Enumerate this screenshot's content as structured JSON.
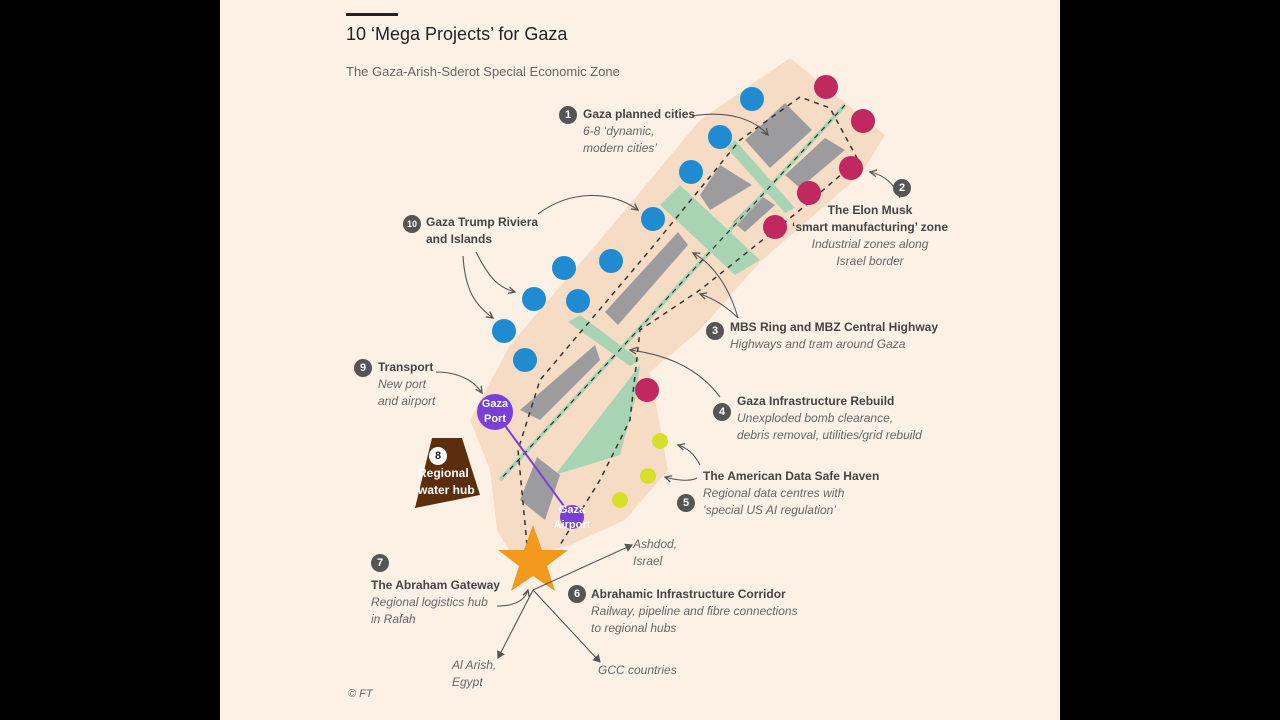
{
  "title": "10 ‘Mega Projects’ for Gaza",
  "subtitle": "The Gaza-Arish-Sderot Special Economic Zone",
  "credit": "© FT",
  "colors": {
    "background": "#fdf1e6",
    "strip": "#f6dcc4",
    "green": "#a9d4b3",
    "blocks": "#9c9c9e",
    "blue": "#1f8bd0",
    "magenta": "#c0285f",
    "yellow": "#d6e02a",
    "purple": "#7a3fd6",
    "star": "#f39a1e",
    "brown": "#5c2e0c"
  },
  "projects": [
    {
      "num": "1",
      "title": "Gaza planned cities",
      "desc1": "6-8 ‘dynamic,",
      "desc2": "modern cities’"
    },
    {
      "num": "2",
      "title": "The Elon Musk",
      "title2": "‘smart manufacturing’ zone",
      "desc1": "Industrial zones along",
      "desc2": "Israel border"
    },
    {
      "num": "3",
      "title": "MBS Ring and MBZ Central Highway",
      "desc1": "Highways and tram around Gaza"
    },
    {
      "num": "4",
      "title": "Gaza Infrastructure Rebuild",
      "desc1": "Unexploded bomb clearance,",
      "desc2": "debris removal, utilities/grid rebuild"
    },
    {
      "num": "5",
      "title": "The American Data Safe Haven",
      "desc1": "Regional data centres with",
      "desc2": "‘special US AI regulation’"
    },
    {
      "num": "6",
      "title": "Abrahamic Infrastructure Corridor",
      "desc1": "Railway, pipeline and fibre connections",
      "desc2": "to regional hubs"
    },
    {
      "num": "7",
      "title": "The Abraham Gateway",
      "desc1": "Regional logistics hub",
      "desc2": "in Rafah"
    },
    {
      "num": "8",
      "title": "Regional",
      "title2": "water hub"
    },
    {
      "num": "9",
      "title": "Transport",
      "desc1": "New port",
      "desc2": "and airport"
    },
    {
      "num": "10",
      "title": "Gaza Trump Riviera",
      "title2": "and Islands"
    }
  ],
  "map_labels": {
    "port1": "Gaza",
    "port2": "Port",
    "airport1": "Gaza",
    "airport2": "Airport",
    "ashdod1": "Ashdod,",
    "ashdod2": "Israel",
    "arish1": "Al Arish,",
    "arish2": "Egypt",
    "gcc": "GCC countries"
  }
}
